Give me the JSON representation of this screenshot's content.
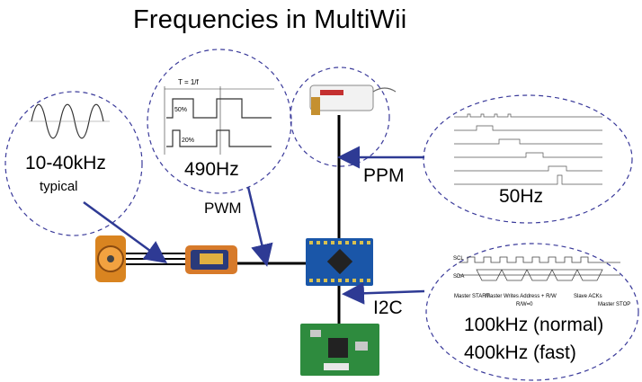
{
  "title": "Frequencies in MultiWii",
  "nodes": {
    "motor": {
      "freq": "10-40kHz",
      "note": "typical"
    },
    "esc": {
      "freq": "490Hz",
      "link_label": "PWM",
      "inset_period": "T = 1/f",
      "duty_high": "50%",
      "duty_low": "20%"
    },
    "receiver": {
      "freq": "50Hz",
      "link_label": "PPM"
    },
    "i2c": {
      "link_label": "I2C",
      "freq_normal": "100kHz (normal)",
      "freq_fast": "400kHz (fast)",
      "bus_sig_scl": "SCL",
      "bus_sig_sda": "SDA",
      "bus_master_start": "Master START",
      "bus_master_writes": "Master Writes Address + R/W",
      "bus_rw": "R/W=0",
      "bus_slave_acks": "Slave ACKs",
      "bus_master_stop": "Master STOP"
    }
  },
  "colors": {
    "arrow": "#2e3a94",
    "line": "#000000",
    "ellipse": "#3a3a9a",
    "board": "#1a56a8",
    "sensor": "#2e8b3e"
  }
}
